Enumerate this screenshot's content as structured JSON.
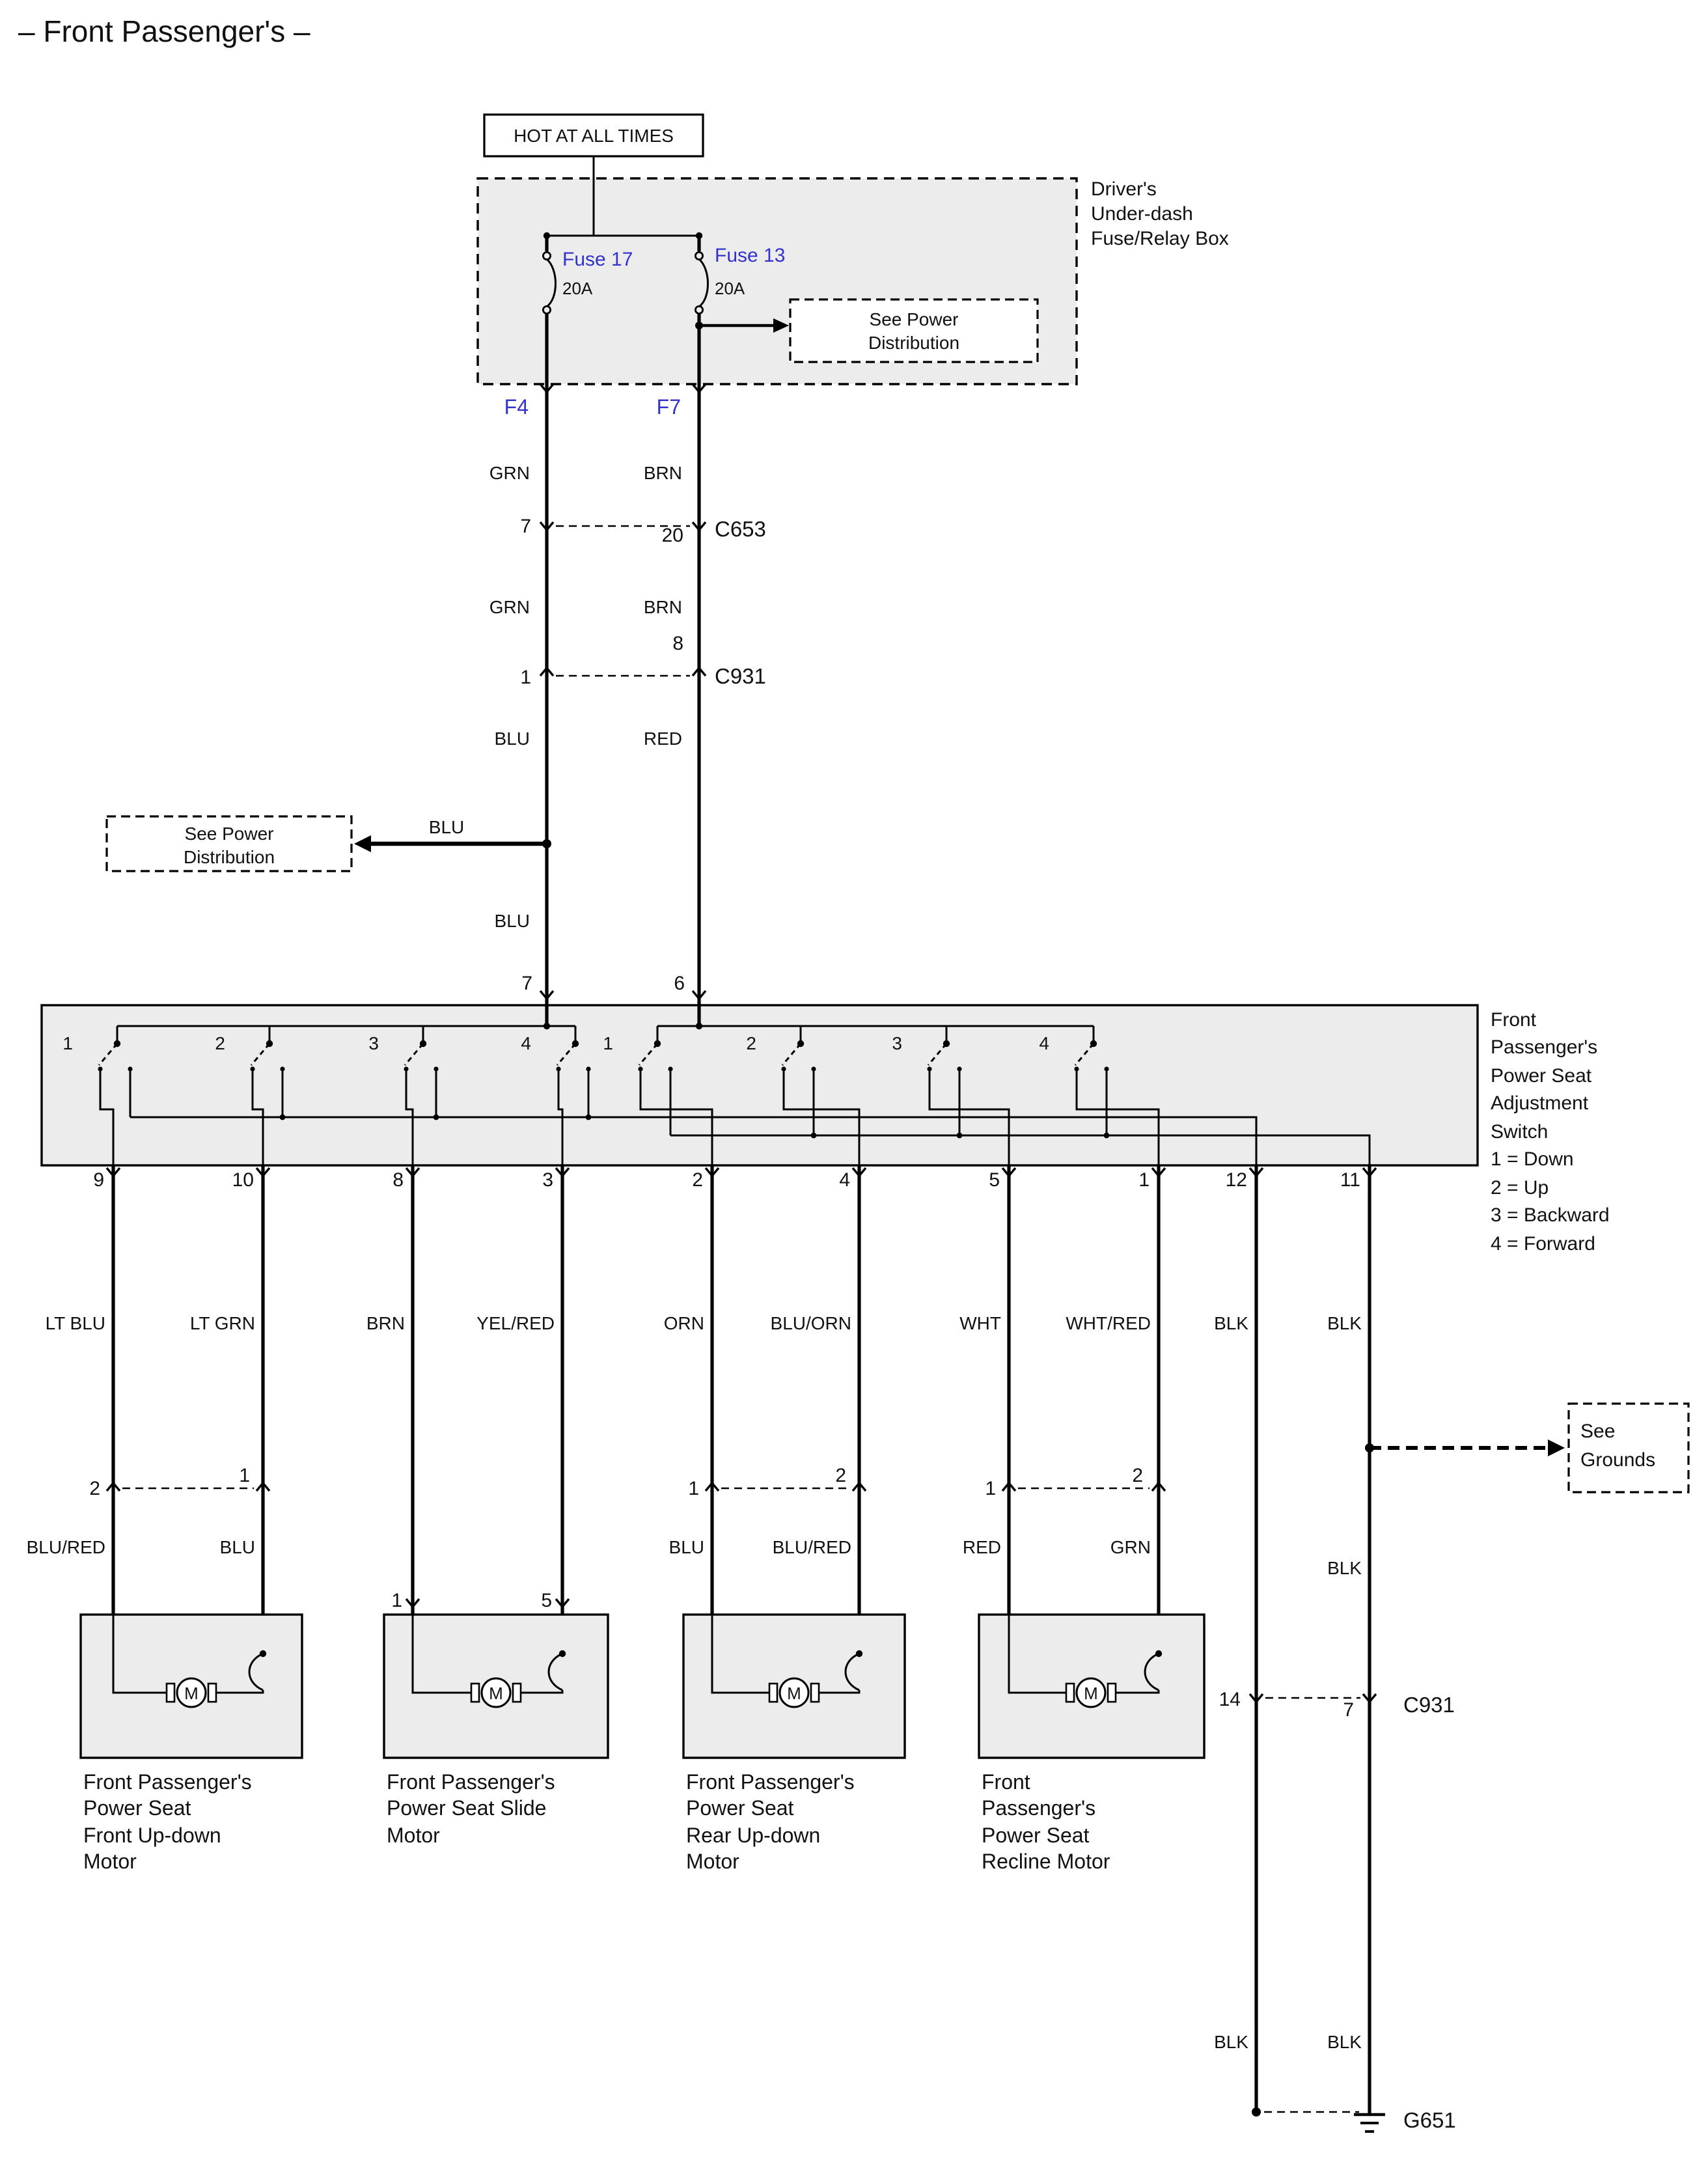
{
  "title": "– Front Passenger's  –",
  "top": {
    "hot": "HOT AT ALL TIMES",
    "fusebox_label": [
      "Driver's",
      "Under-dash",
      "Fuse/Relay Box"
    ],
    "fuse_left_name": "Fuse 17",
    "fuse_left_rating": "20A",
    "fuse_right_name": "Fuse 13",
    "fuse_right_rating": "20A",
    "see_power": [
      "See Power",
      "Distribution"
    ],
    "pin_f4": "F4",
    "pin_f7": "F7"
  },
  "left_run": {
    "w1": "GRN",
    "w2": "GRN",
    "w3": "BLU",
    "w4": "BLU",
    "tap": "BLU"
  },
  "right_run": {
    "w1": "BRN",
    "w2": "BRN",
    "w3": "RED"
  },
  "c653": {
    "label": "C653",
    "pl": "7",
    "pr": "20"
  },
  "c931_top": {
    "label": "C931",
    "pl": "1",
    "pr": "8"
  },
  "see_power2": [
    "See Power",
    "Distribution"
  ],
  "switch": {
    "pin_left": "7",
    "pin_right": "6",
    "label": [
      "Front",
      "Passenger's",
      "Power Seat",
      "Adjustment",
      "Switch",
      "1 = Down",
      "2 = Up",
      "3 = Backward",
      "4 = Forward"
    ],
    "nums": [
      "1",
      "2",
      "3",
      "4"
    ],
    "pins": [
      "9",
      "10",
      "8",
      "3",
      "2",
      "4",
      "5",
      "1",
      "12",
      "11"
    ],
    "colors": [
      "LT BLU",
      "LT GRN",
      "BRN",
      "YEL/RED",
      "ORN",
      "BLU/ORN",
      "WHT",
      "WHT/RED",
      "BLK",
      "BLK"
    ]
  },
  "pair1": {
    "pl": "2",
    "pr": "1",
    "cl": "BLU/RED",
    "cr": "BLU"
  },
  "pair2": {
    "pl": "1",
    "pr": "5"
  },
  "pair3": {
    "pl": "1",
    "pr": "2",
    "cl": "BLU",
    "cr": "BLU/RED"
  },
  "pair4": {
    "pl": "1",
    "pr": "2",
    "cl": "RED",
    "cr": "GRN"
  },
  "ground_run": {
    "mid": "BLK",
    "bl": "BLK",
    "br": "BLK"
  },
  "see_grounds": [
    "See",
    "Grounds"
  ],
  "c931_bottom": {
    "label": "C931",
    "pl": "14",
    "pr": "7"
  },
  "g651": "G651",
  "motors": [
    {
      "symbol": "M",
      "lines": [
        "Front Passenger's",
        "Power Seat",
        "Front Up-down",
        "Motor"
      ]
    },
    {
      "symbol": "M",
      "lines": [
        "Front Passenger's",
        "Power Seat Slide",
        "Motor"
      ]
    },
    {
      "symbol": "M",
      "lines": [
        "Front Passenger's",
        "Power Seat",
        "Rear Up-down",
        "Motor"
      ]
    },
    {
      "symbol": "M",
      "lines": [
        "Front",
        "Passenger's",
        "Power Seat",
        "Recline Motor"
      ]
    }
  ]
}
